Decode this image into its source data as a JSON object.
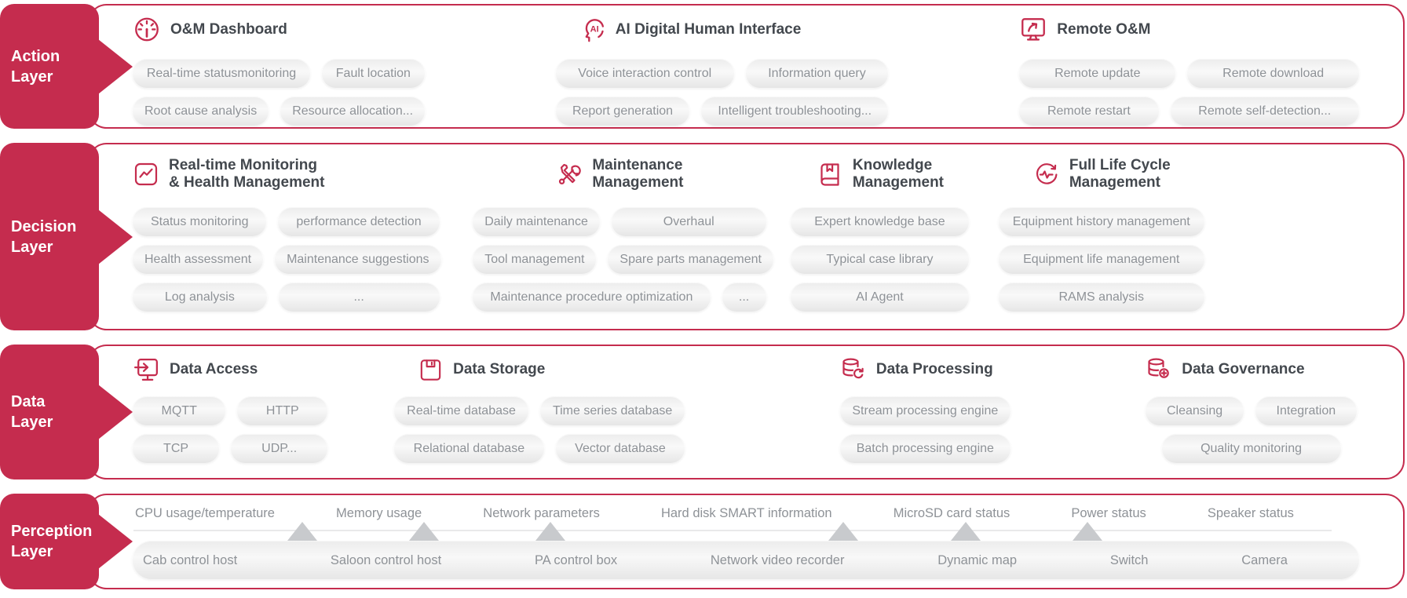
{
  "colors": {
    "accent": "#c52c4e",
    "pill_text": "#8e9297",
    "header_text": "#43484e",
    "triangle": "#c8cacd"
  },
  "action": {
    "tab": [
      "Action",
      "Layer"
    ],
    "sections": [
      {
        "title": "O&M Dashboard",
        "icon": "gauge-icon",
        "rows": [
          [
            "Real-time statusmonitoring",
            "Fault location"
          ],
          [
            "Root cause analysis",
            "Resource allocation..."
          ]
        ]
      },
      {
        "title": "AI Digital Human Interface",
        "icon": "ai-head-icon",
        "rows": [
          [
            "Voice interaction control",
            "Information query"
          ],
          [
            "Report generation",
            "Intelligent troubleshooting..."
          ]
        ]
      },
      {
        "title": "Remote O&M",
        "icon": "remote-monitor-icon",
        "rows": [
          [
            "Remote update",
            "Remote download"
          ],
          [
            "Remote restart",
            "Remote self-detection..."
          ]
        ]
      }
    ]
  },
  "decision": {
    "tab": [
      "Decision",
      "Layer"
    ],
    "sections": [
      {
        "title1": "Real-time Monitoring",
        "title2": "& Health Management",
        "icon": "line-chart-icon",
        "rows": [
          [
            "Status monitoring",
            "performance detection"
          ],
          [
            "Health assessment",
            "Maintenance suggestions"
          ],
          [
            "Log analysis",
            "..."
          ]
        ]
      },
      {
        "title1": "Maintenance",
        "title2": "Management",
        "icon": "tools-icon",
        "rows": [
          [
            "Daily maintenance",
            "Overhaul"
          ],
          [
            "Tool management",
            "Spare parts management"
          ],
          [
            "Maintenance procedure optimization",
            "..."
          ]
        ]
      },
      {
        "title1": "Knowledge",
        "title2": "Management",
        "icon": "book-icon",
        "pills": [
          "Expert knowledge base",
          "Typical case library",
          "AI Agent"
        ]
      },
      {
        "title1": "Full Life Cycle",
        "title2": "Management",
        "icon": "lifecycle-icon",
        "pills": [
          "Equipment history management",
          "Equipment life management",
          "RAMS analysis"
        ]
      }
    ]
  },
  "data": {
    "tab": [
      "Data",
      "Layer"
    ],
    "sections": [
      {
        "title": "Data Access",
        "icon": "data-access-icon",
        "rows": [
          [
            "MQTT",
            "HTTP"
          ],
          [
            "TCP",
            "UDP..."
          ]
        ]
      },
      {
        "title": "Data Storage",
        "icon": "storage-icon",
        "rows": [
          [
            "Real-time database",
            "Time series database"
          ],
          [
            "Relational database",
            "Vector database"
          ]
        ]
      },
      {
        "title": "Data Processing",
        "icon": "processing-icon",
        "pills": [
          "Stream processing engine",
          "Batch processing engine"
        ]
      },
      {
        "title": "Data Governance",
        "icon": "governance-icon",
        "rows": [
          [
            "Cleansing",
            "Integration"
          ]
        ],
        "solo": "Quality monitoring"
      }
    ]
  },
  "perception": {
    "tab": [
      "Perception",
      "Layer"
    ],
    "parameters": [
      "CPU usage/temperature",
      "Memory usage",
      "Network parameters",
      "Hard disk SMART information",
      "MicroSD card status",
      "Power status",
      "Speaker status"
    ],
    "devices": [
      "Cab control host",
      "Saloon control host",
      "PA control box",
      "Network video recorder",
      "Dynamic map",
      "Switch",
      "Camera"
    ]
  }
}
